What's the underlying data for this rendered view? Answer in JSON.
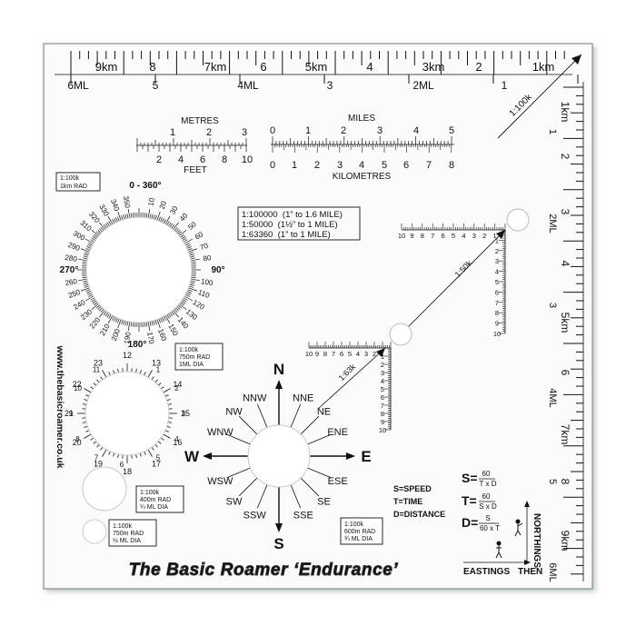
{
  "top_scale": {
    "km_labels": [
      "9km",
      "8",
      "7km",
      "6",
      "5km",
      "4",
      "3km",
      "2",
      "1km"
    ],
    "ml_labels": [
      "6ML",
      "5",
      "4ML",
      "3",
      "2ML",
      "1"
    ]
  },
  "right_scale": {
    "km_labels": [
      "1km",
      "2",
      "3",
      "4",
      "5km",
      "6",
      "7km",
      "8",
      "9km"
    ],
    "ml_labels": [
      "1",
      "2ML",
      "3",
      "4ML",
      "5",
      "6ML"
    ]
  },
  "corner_ratio": "1:100k",
  "metres_feet": {
    "metres_title": "METRES",
    "metres_ticks": [
      "1",
      "2",
      "3"
    ],
    "feet_ticks": [
      "2",
      "4",
      "6",
      "8",
      "10"
    ],
    "feet_title": "FEET"
  },
  "miles_km": {
    "miles_title": "MILES",
    "miles_ticks": [
      "0",
      "1",
      "2",
      "3",
      "4",
      "5"
    ],
    "km_ticks": [
      "0",
      "1",
      "2",
      "3",
      "4",
      "5",
      "6",
      "7",
      "8"
    ],
    "km_title": "KILOMETRES"
  },
  "scale_box": [
    "1:100000  (1” to 1.6 MILE)",
    "1:50000  (1½” to 1 MILE)",
    "1:63360  (1” to 1 MILE)"
  ],
  "protractor": {
    "box_lines": [
      "1:100k",
      "1km RAD"
    ],
    "top_label": "0 - 360°",
    "left_label": "270°",
    "right_label": "90°",
    "bottom_label": "180°",
    "degree_labels": [
      "10",
      "20",
      "30",
      "40",
      "50",
      "60",
      "70",
      "80",
      "100",
      "110",
      "120",
      "130",
      "140",
      "150",
      "160",
      "170",
      "190",
      "200",
      "210",
      "220",
      "230",
      "240",
      "250",
      "260",
      "280",
      "290",
      "300",
      "310",
      "320",
      "330",
      "340",
      "350"
    ]
  },
  "clock": {
    "box_lines": [
      "1:100k",
      "750m RAD",
      "1ML DIA"
    ],
    "outer_labels": [
      "12",
      "13",
      "14",
      "15",
      "16",
      "17",
      "18",
      "19",
      "20",
      "21",
      "22",
      "23"
    ],
    "inner_labels": [
      "1",
      "2",
      "3",
      "4",
      "5",
      "6",
      "7",
      "8",
      "9",
      "10",
      "11"
    ]
  },
  "compass": {
    "points": [
      "N",
      "NNE",
      "NE",
      "ENE",
      "E",
      "ESE",
      "SE",
      "SSE",
      "S",
      "SSW",
      "SW",
      "WSW",
      "W",
      "WNW",
      "NW",
      "NNW"
    ]
  },
  "romer_50k": {
    "label": "1:50k",
    "h_ticks": [
      "10",
      "9",
      "8",
      "7",
      "6",
      "5",
      "4",
      "3",
      "2",
      "1"
    ],
    "v_ticks": [
      "1",
      "2",
      "3",
      "4",
      "5",
      "6",
      "7",
      "8",
      "9",
      "10"
    ]
  },
  "romer_63k": {
    "label": "1:63k",
    "h_ticks": [
      "10",
      "9",
      "8",
      "7",
      "6",
      "5",
      "4",
      "3",
      "2",
      "1"
    ],
    "v_ticks": [
      "1",
      "2",
      "3",
      "4",
      "5",
      "6",
      "7",
      "8",
      "9",
      "10"
    ]
  },
  "small_circle_1": {
    "box_lines": [
      "1:100k",
      "400m RAD",
      "¼ ML DIA"
    ]
  },
  "small_circle_2": {
    "box_lines": [
      "1:100k",
      "750m RAD",
      "½ ML DIA"
    ]
  },
  "small_circle_3": {
    "box_lines": [
      "1:100k",
      "600m RAD",
      "¾ ML DIA"
    ]
  },
  "legend": [
    "S=SPEED",
    "T=TIME",
    "D=DISTANCE"
  ],
  "formulas": {
    "s_lhs": "S=",
    "s_top": "60",
    "s_bottom": "T x D",
    "t_lhs": "T=",
    "t_top": "60",
    "t_bottom": "S x D",
    "d_lhs": "D=",
    "d_top": "S",
    "d_bottom": "60 x T"
  },
  "mnemonic": {
    "eastings": "EASTINGS",
    "then": "THEN",
    "northings": "NORTHINGS"
  },
  "website": "www.thebasicroamer.co.uk",
  "brand": "The Basic Roamer ‘Endurance’"
}
